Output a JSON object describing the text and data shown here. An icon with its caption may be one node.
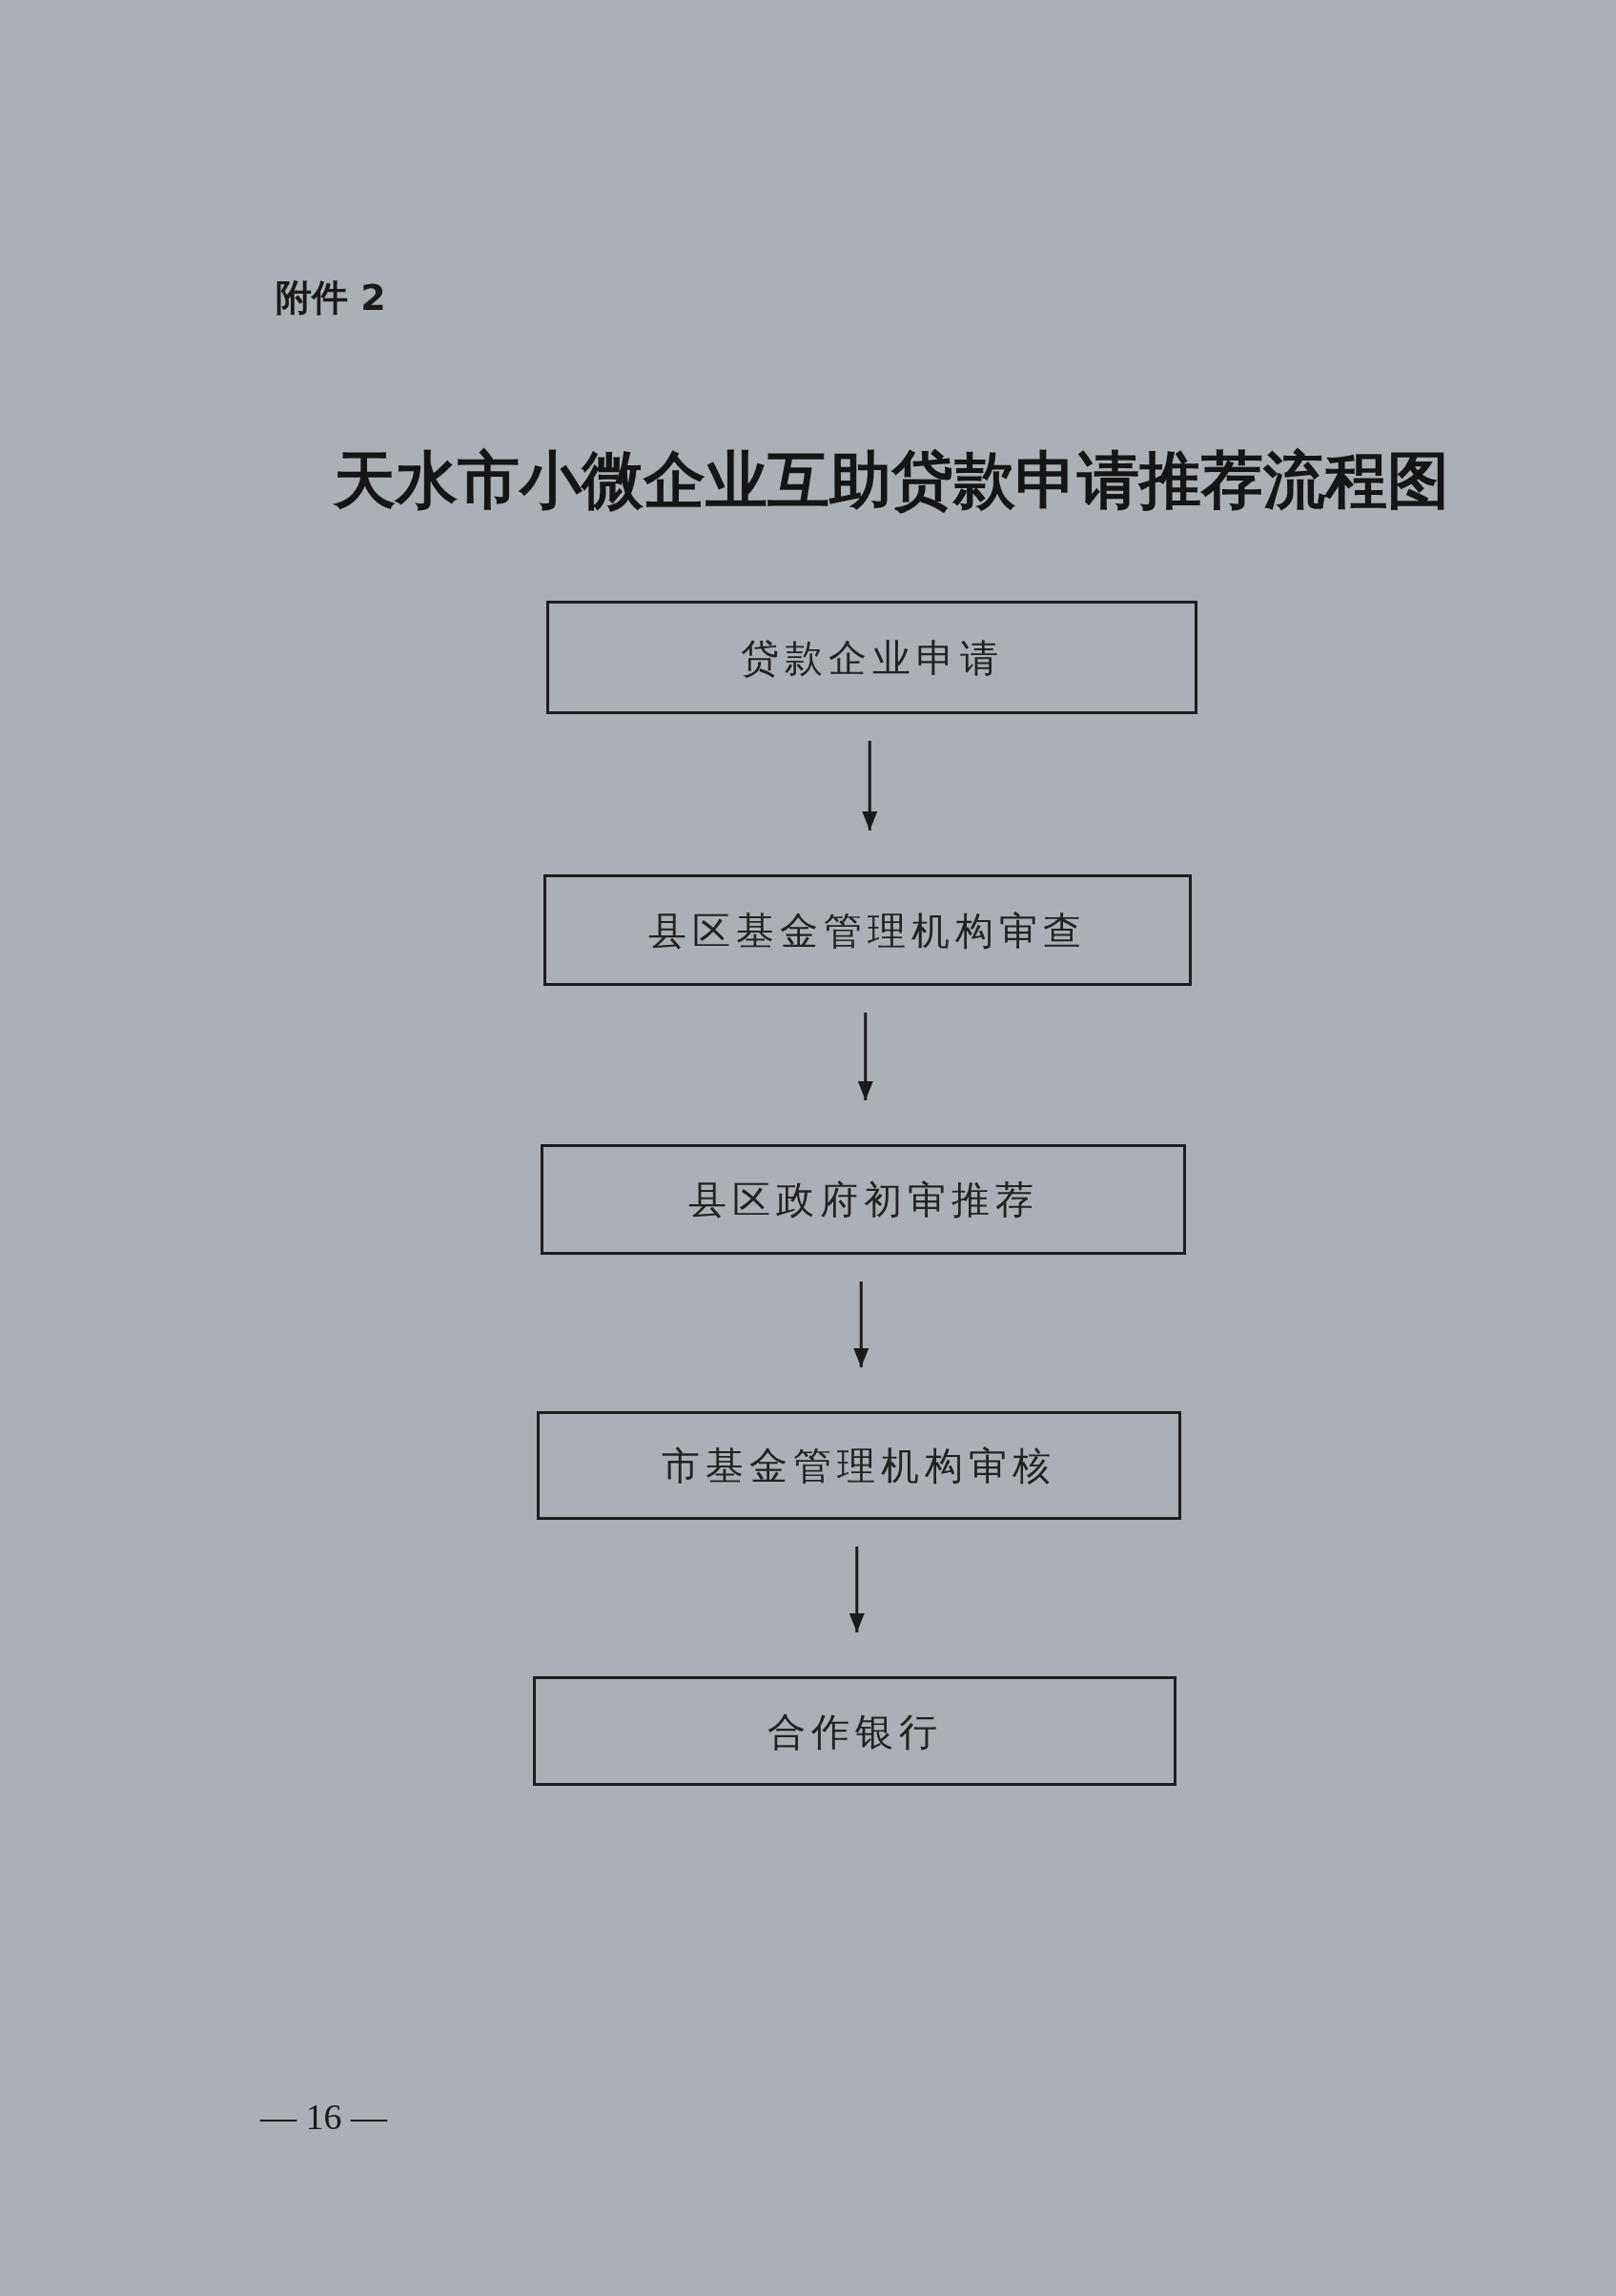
{
  "diagram": {
    "title": "天水市小微企业互助贷款申请推荐流程图",
    "nodes": [
      {
        "text": [
          "贷款企业申请"
        ]
      },
      {
        "text": [
          "县区基金管理机构审查"
        ]
      },
      {
        "text": [
          "县区政府初审推荐"
        ]
      },
      {
        "text": [
          "市基金管理机构审核"
        ]
      },
      {
        "text": [
          "合作银行"
        ]
      }
    ],
    "edges": [
      {
        "from": 0,
        "to": 1,
        "arrow": "to"
      },
      {
        "from": 1,
        "to": 2,
        "arrow": "to"
      },
      {
        "from": 2,
        "to": 3,
        "arrow": "to"
      },
      {
        "from": 3,
        "to": 4,
        "arrow": "to"
      }
    ],
    "labels": [
      "附件 2",
      "— 16 —"
    ]
  }
}
